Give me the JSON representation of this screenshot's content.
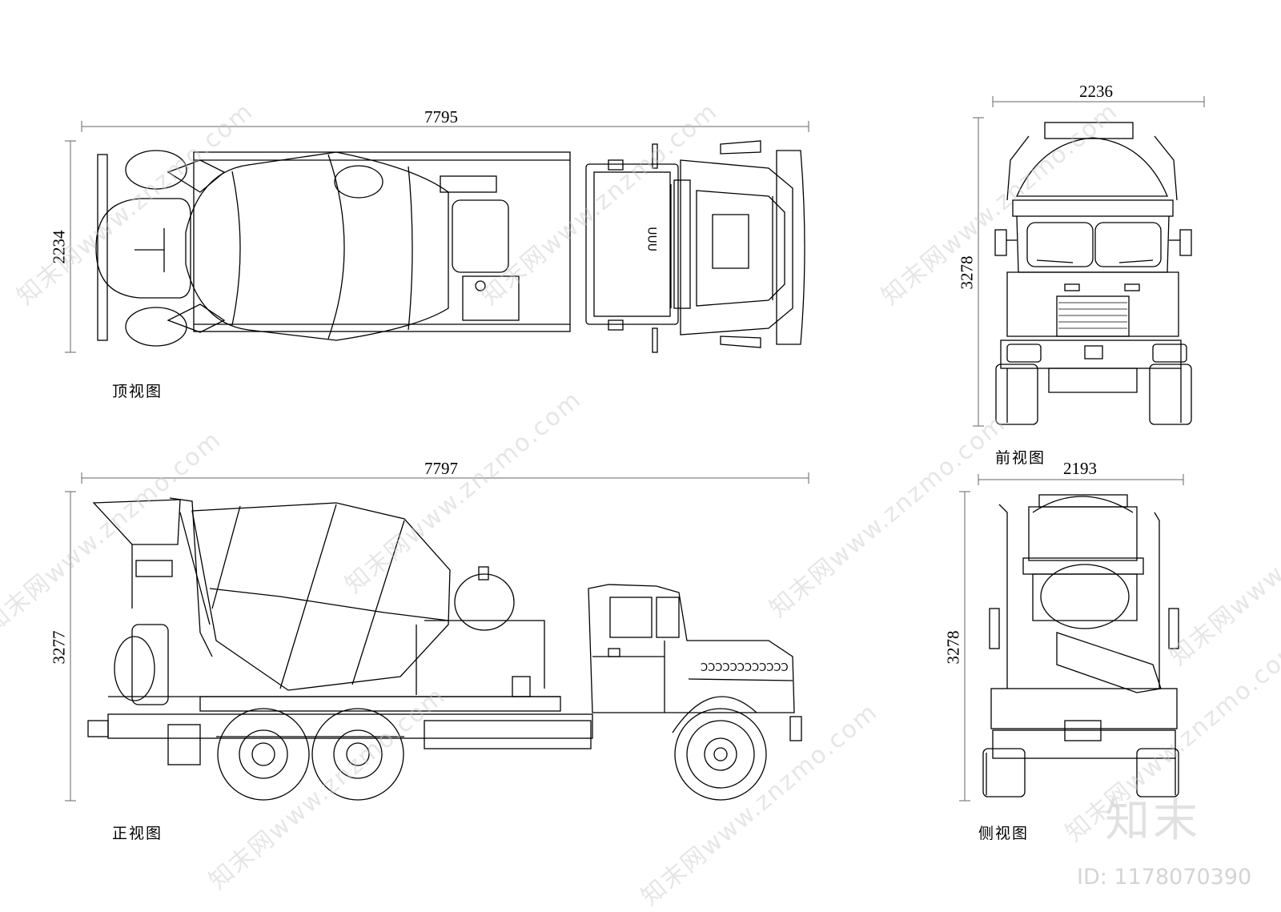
{
  "views": [
    {
      "id": "top",
      "caption": "顶视图",
      "width_dim": "7795",
      "height_dim": "2234"
    },
    {
      "id": "front",
      "caption": "前视图",
      "width_dim": "2236",
      "height_dim": "3278"
    },
    {
      "id": "elevation",
      "caption": "正视图",
      "width_dim": "7797",
      "height_dim": "3277"
    },
    {
      "id": "side",
      "caption": "侧视图",
      "width_dim": "2193",
      "height_dim": "3278"
    }
  ],
  "cab_marks": "ƆƆƆƆƆƆƆƆƆƆƆƆ",
  "watermark": {
    "text": "知末网www.znzmo.com",
    "logo": "知末",
    "image_id": "ID: 1178070390"
  }
}
